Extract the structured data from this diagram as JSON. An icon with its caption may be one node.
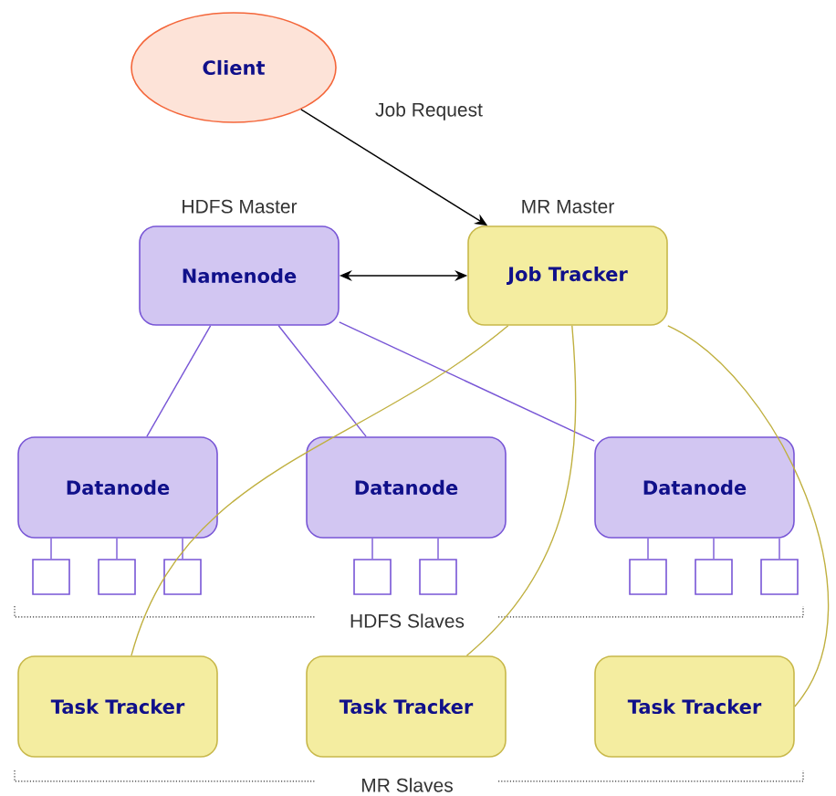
{
  "diagram": {
    "nodes": [
      {
        "text": [
          "Client"
        ]
      },
      {
        "text": [
          "Namenode"
        ],
        "beside": [
          "HDFS Master"
        ]
      },
      {
        "text": [
          "Job Tracker"
        ],
        "beside": [
          "MR Master"
        ]
      },
      {
        "text": [
          "Datanode"
        ]
      },
      {
        "text": [
          "Datanode"
        ]
      },
      {
        "text": [
          "Datanode"
        ]
      },
      {
        "text": [],
        "shape": "box"
      },
      {
        "text": [],
        "shape": "box"
      },
      {
        "text": [],
        "shape": "box"
      },
      {
        "text": [],
        "shape": "box"
      },
      {
        "text": [],
        "shape": "box"
      },
      {
        "text": [],
        "shape": "box"
      },
      {
        "text": [],
        "shape": "box"
      },
      {
        "text": [],
        "shape": "box"
      },
      {
        "text": [
          "Task Tracker"
        ]
      },
      {
        "text": [
          "Task Tracker"
        ]
      },
      {
        "text": [
          "Task Tracker"
        ]
      }
    ],
    "edges": [
      {
        "from": 0,
        "to": 2,
        "arrow": "to",
        "label": "Job Request",
        "color": "#000000"
      },
      {
        "from": 1,
        "to": 2,
        "arrow": "both",
        "color": "#000000"
      },
      {
        "from": 1,
        "to": 3,
        "arrow": "none"
      },
      {
        "from": 1,
        "to": 4,
        "arrow": "none"
      },
      {
        "from": 1,
        "to": 5,
        "arrow": "none"
      },
      {
        "from": 3,
        "to": 6,
        "arrow": "none"
      },
      {
        "from": 3,
        "to": 7,
        "arrow": "none"
      },
      {
        "from": 3,
        "to": 8,
        "arrow": "none"
      },
      {
        "from": 4,
        "to": 9,
        "arrow": "none"
      },
      {
        "from": 4,
        "to": 10,
        "arrow": "none"
      },
      {
        "from": 5,
        "to": 11,
        "arrow": "none"
      },
      {
        "from": 5,
        "to": 12,
        "arrow": "none"
      },
      {
        "from": 5,
        "to": 13,
        "arrow": "none"
      },
      {
        "from": 2,
        "to": 14,
        "arrow": "none",
        "color": "#c0b040"
      },
      {
        "from": 2,
        "to": 15,
        "arrow": "none",
        "color": "#c0b040"
      },
      {
        "from": 2,
        "to": 16,
        "arrow": "none",
        "color": "#c0b040"
      }
    ],
    "labels": [
      "HDFS Slaves",
      "MR Slaves"
    ]
  }
}
